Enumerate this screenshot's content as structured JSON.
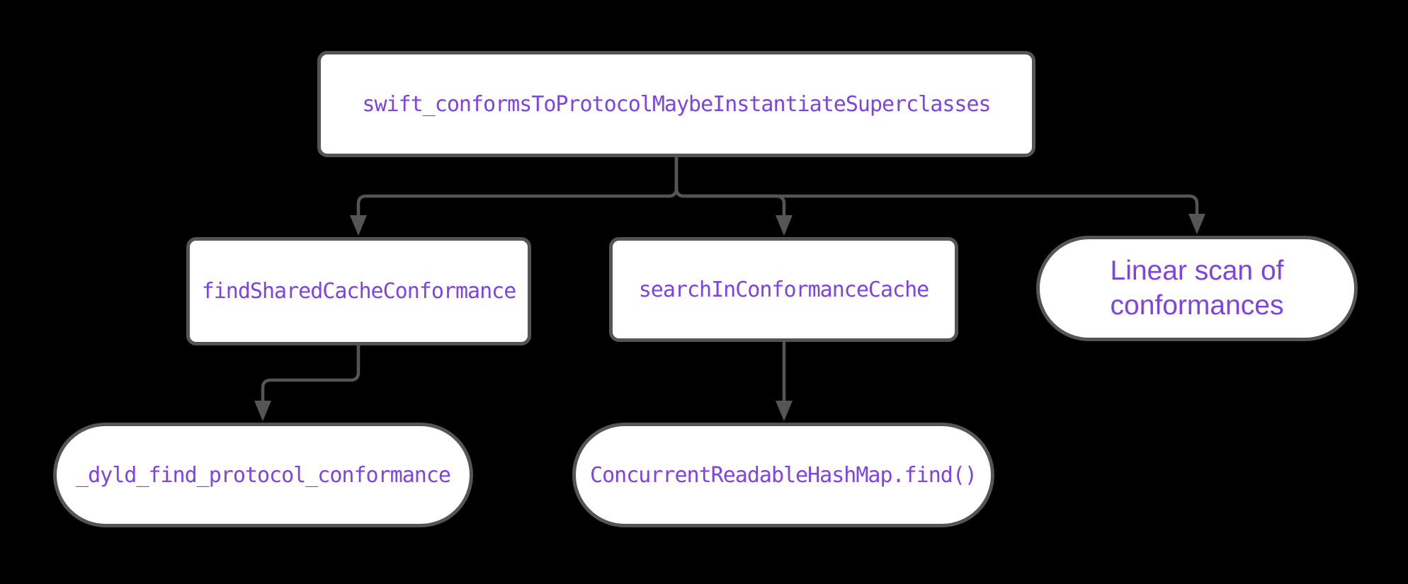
{
  "diagram": {
    "type": "flowchart",
    "direction": "top-down",
    "colors": {
      "background": "#000000",
      "node_fill": "#ffffff",
      "node_border": "#555555",
      "edge": "#555555",
      "label": "#7d44e2"
    },
    "nodes": {
      "root": {
        "label": "swift_conformsToProtocolMaybeInstantiateSuperclasses",
        "shape": "rounded-rectangle",
        "font": "monospace"
      },
      "find_shared": {
        "label": "findSharedCacheConformance",
        "shape": "rounded-rectangle",
        "font": "monospace"
      },
      "search_cache": {
        "label": "searchInConformanceCache",
        "shape": "rounded-rectangle",
        "font": "monospace"
      },
      "linear_scan": {
        "label": "Linear scan of conformances",
        "shape": "stadium",
        "font": "sans-serif"
      },
      "dyld_find": {
        "label": "_dyld_find_protocol_conformance",
        "shape": "stadium",
        "font": "monospace"
      },
      "hashmap_find": {
        "label": "ConcurrentReadableHashMap.find()",
        "shape": "stadium",
        "font": "monospace"
      }
    },
    "edges": [
      {
        "from": "root",
        "to": "find_shared"
      },
      {
        "from": "root",
        "to": "search_cache"
      },
      {
        "from": "root",
        "to": "linear_scan"
      },
      {
        "from": "find_shared",
        "to": "dyld_find"
      },
      {
        "from": "search_cache",
        "to": "hashmap_find"
      }
    ]
  }
}
